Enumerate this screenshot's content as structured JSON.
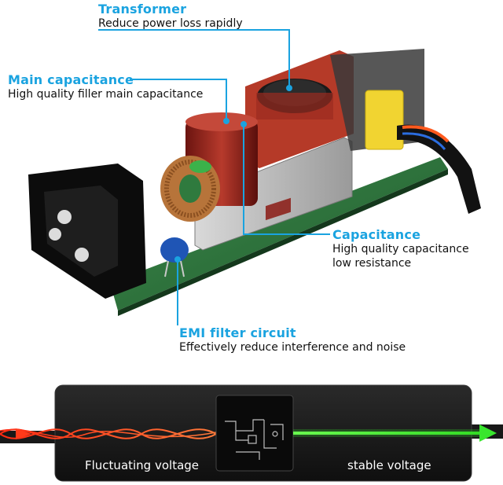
{
  "callouts": {
    "transformer": {
      "title": "Transformer",
      "desc": "Reduce power loss rapidly"
    },
    "main_capacitance": {
      "title": "Main capacitance",
      "desc": "High quality filler main capacitance"
    },
    "capacitance": {
      "title": "Capacitance",
      "desc_1": "High quality capacitance",
      "desc_2": "low resistance"
    },
    "emi_filter": {
      "title": "EMI filter circuit",
      "desc": "Effectively reduce interference and noise"
    }
  },
  "bottom": {
    "left_label": "Fluctuating voltage",
    "right_label": "stable voltage"
  },
  "colors": {
    "accent": "#1aa3e0",
    "text": "#111111",
    "pcb_green": "#2f7a3e",
    "red_wave": "#e8431e",
    "green_wave": "#39e62e",
    "brick_body": "#1c1c1c"
  }
}
